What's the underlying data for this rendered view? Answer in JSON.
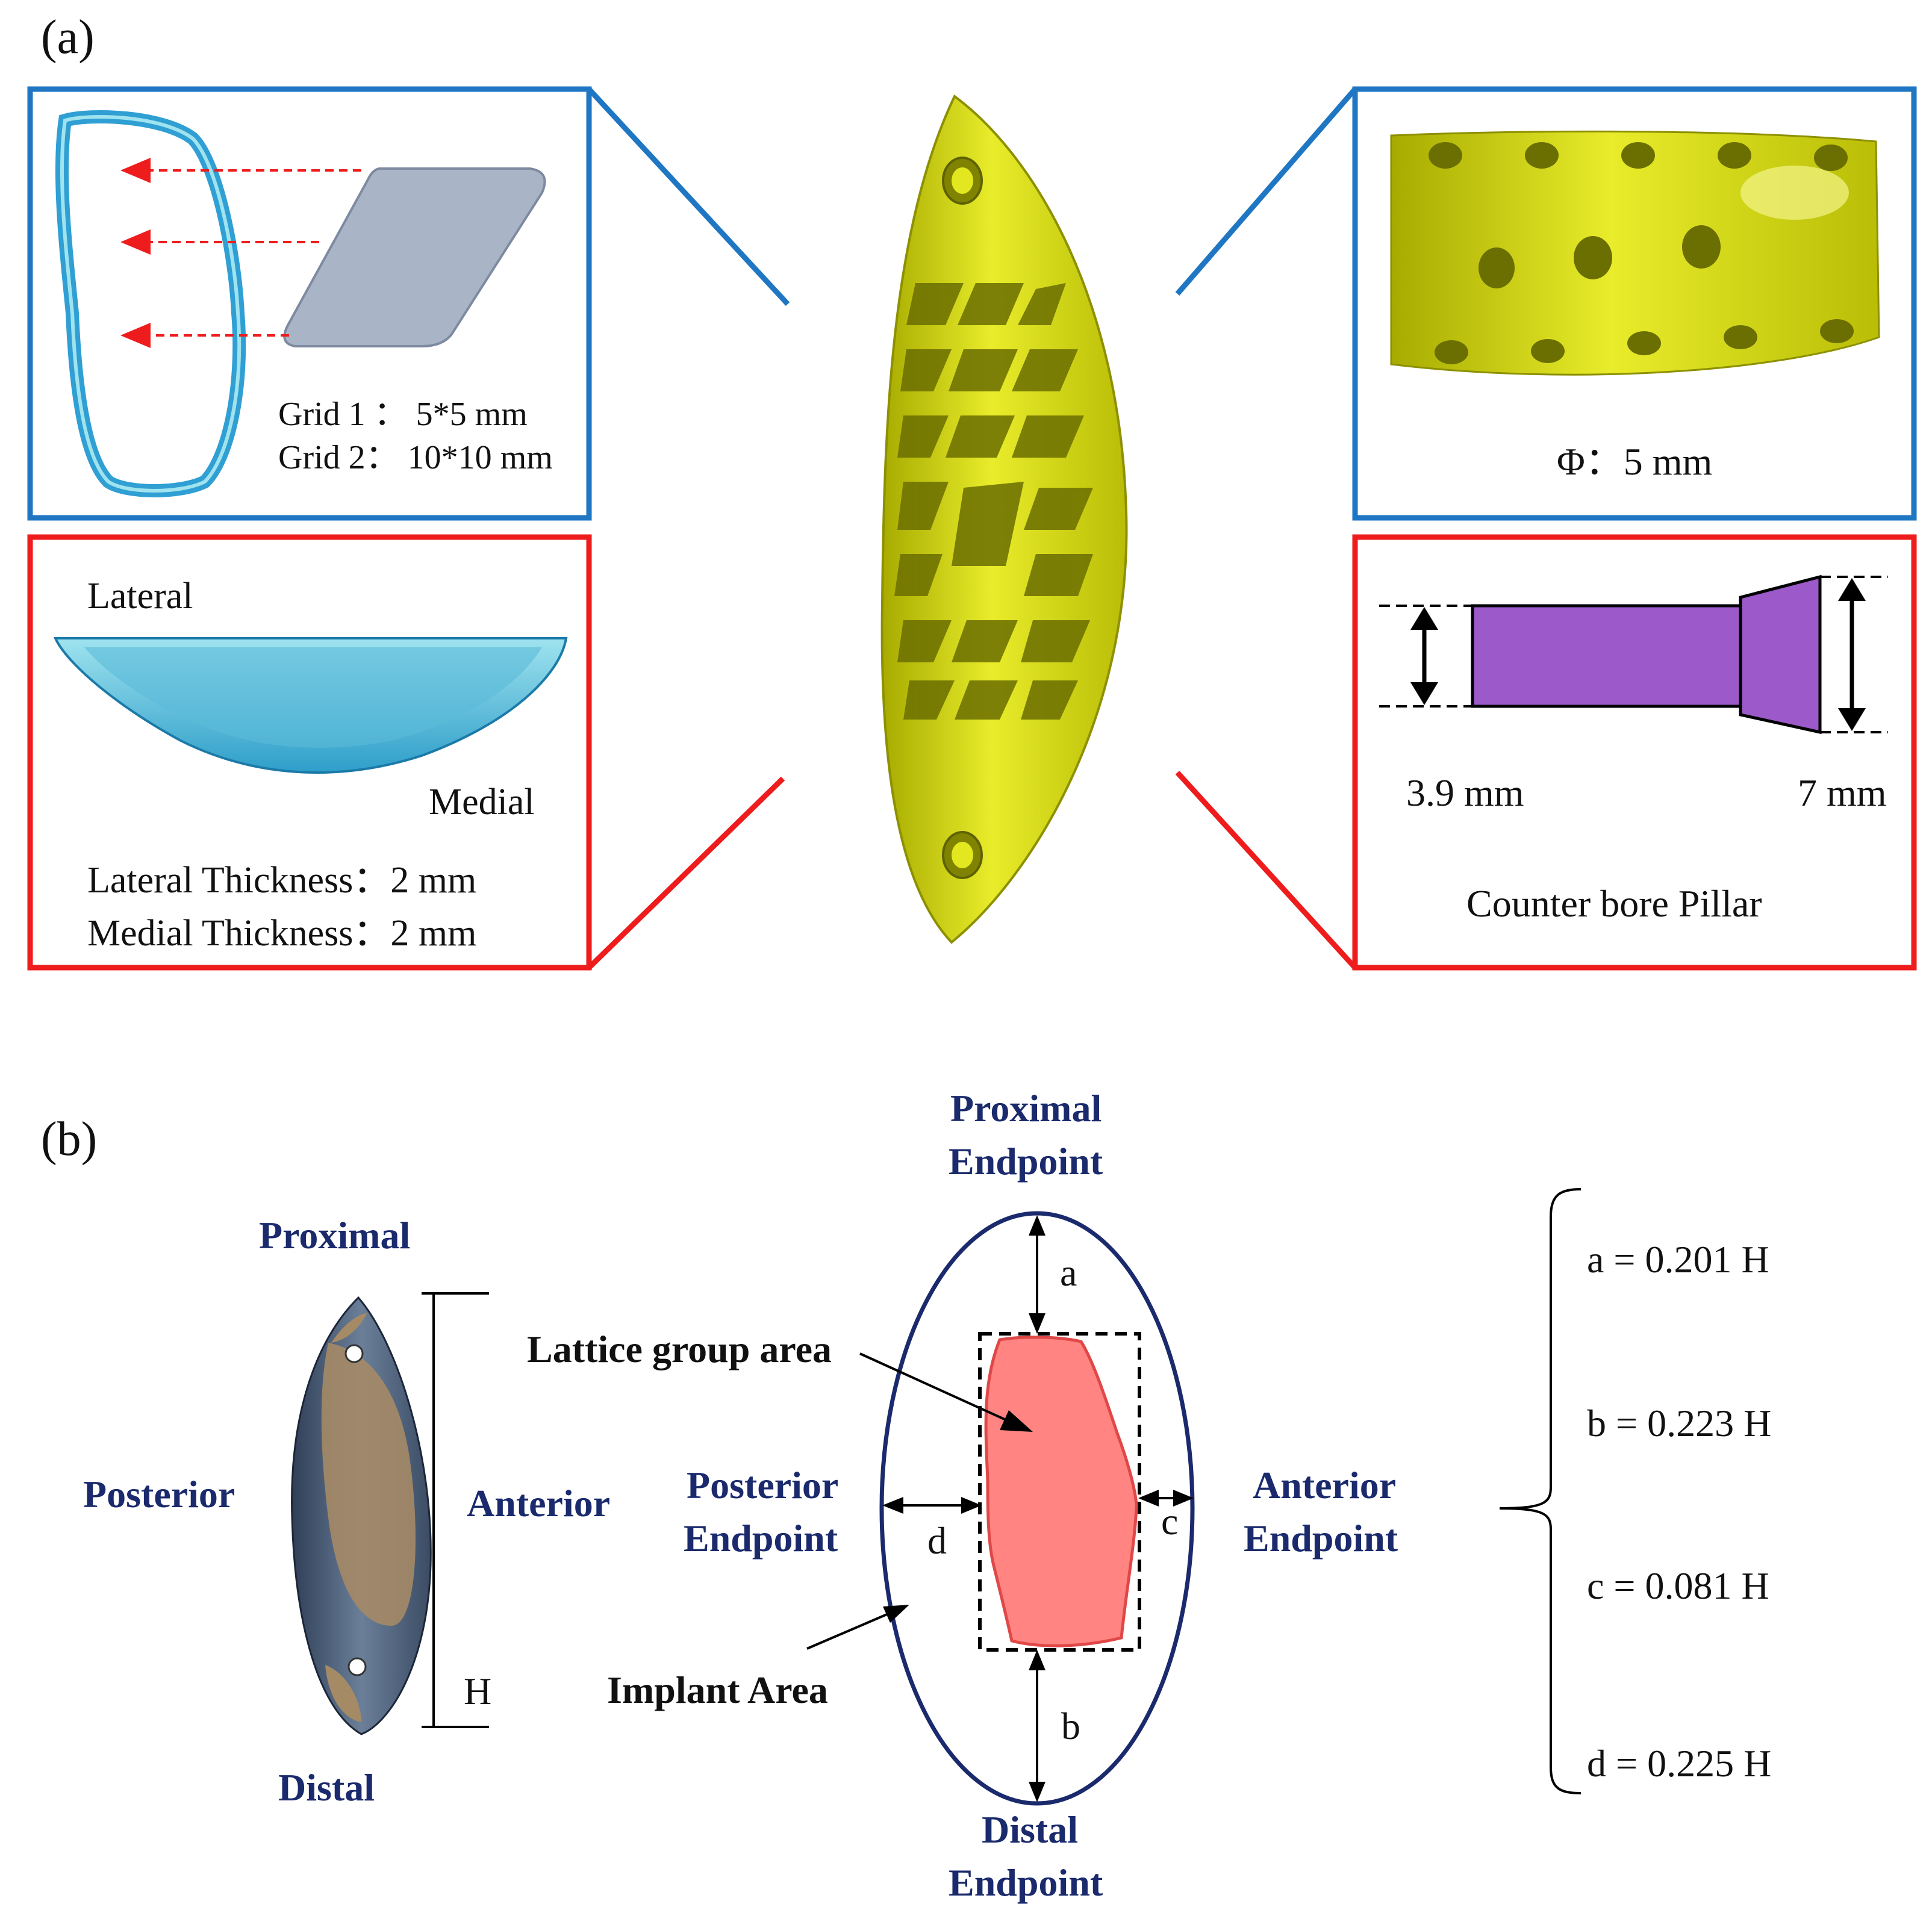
{
  "panel_a": {
    "label": "(a)",
    "grid_box": {
      "line1": "Grid 1 ： 5*5 mm",
      "line2": "Grid 2： 10*10 mm"
    },
    "shell_box": {
      "lateral": "Lateral",
      "medial": "Medial",
      "line1": "Lateral  Thickness：2 mm",
      "line2": "Medial  Thickness：2 mm"
    },
    "hole_box": {
      "caption": "Φ：5 mm"
    },
    "pillar_box": {
      "left_dim": "3.9 mm",
      "right_dim": "7 mm",
      "caption": "Counter bore Pillar"
    }
  },
  "panel_b": {
    "label": "(b)",
    "bone": {
      "proximal": "Proximal",
      "distal": "Distal",
      "posterior": "Posterior",
      "anterior": "Anterior",
      "height": "H"
    },
    "schematic": {
      "proximal_endpoint": [
        "Proximal",
        "Endpoint"
      ],
      "distal_endpoint": [
        "Distal",
        "Endpoint"
      ],
      "posterior_endpoint": [
        "Posterior",
        "Endpoint"
      ],
      "anterior_endpoint": [
        "Anterior",
        "Endpoint"
      ],
      "lattice_label": "Lattice group area",
      "implant_label": "Implant  Area",
      "dim_a": "a",
      "dim_b": "b",
      "dim_c": "c",
      "dim_d": "d"
    },
    "equations": [
      "a = 0.201 H",
      "b = 0.223 H",
      "c = 0.081 H",
      "d = 0.225 H"
    ]
  },
  "colors": {
    "blue_box": "#1f77c4",
    "red_box": "#ee1c1c",
    "implant_yellow": "#d8dc1e",
    "lattice_pink": "#ff8482",
    "navy": "#1a2a6c",
    "pillar_purple": "#9b59c9"
  }
}
